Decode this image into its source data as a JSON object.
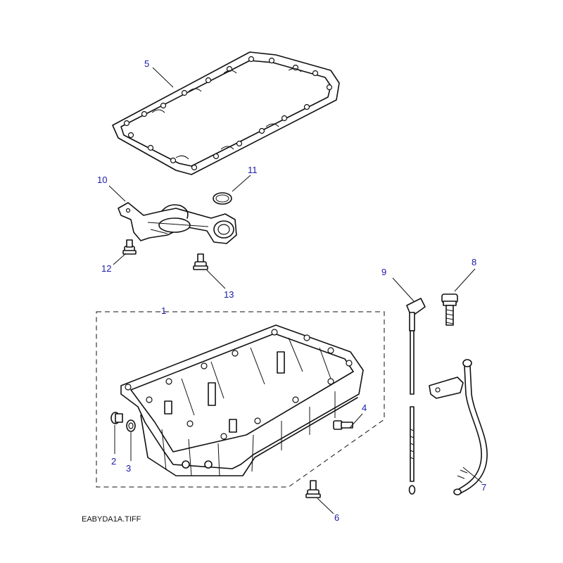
{
  "diagram": {
    "caption": "EABYDA1A.TIFF",
    "callouts": {
      "c1": "1",
      "c2": "2",
      "c3": "3",
      "c4": "4",
      "c5": "5",
      "c6": "6",
      "c7": "7",
      "c8": "8",
      "c9": "9",
      "c10": "10",
      "c11": "11",
      "c12": "12",
      "c13": "13"
    },
    "colors": {
      "callout_text": "#1a1aa6",
      "line_art": "#111111",
      "background": "#ffffff"
    }
  }
}
